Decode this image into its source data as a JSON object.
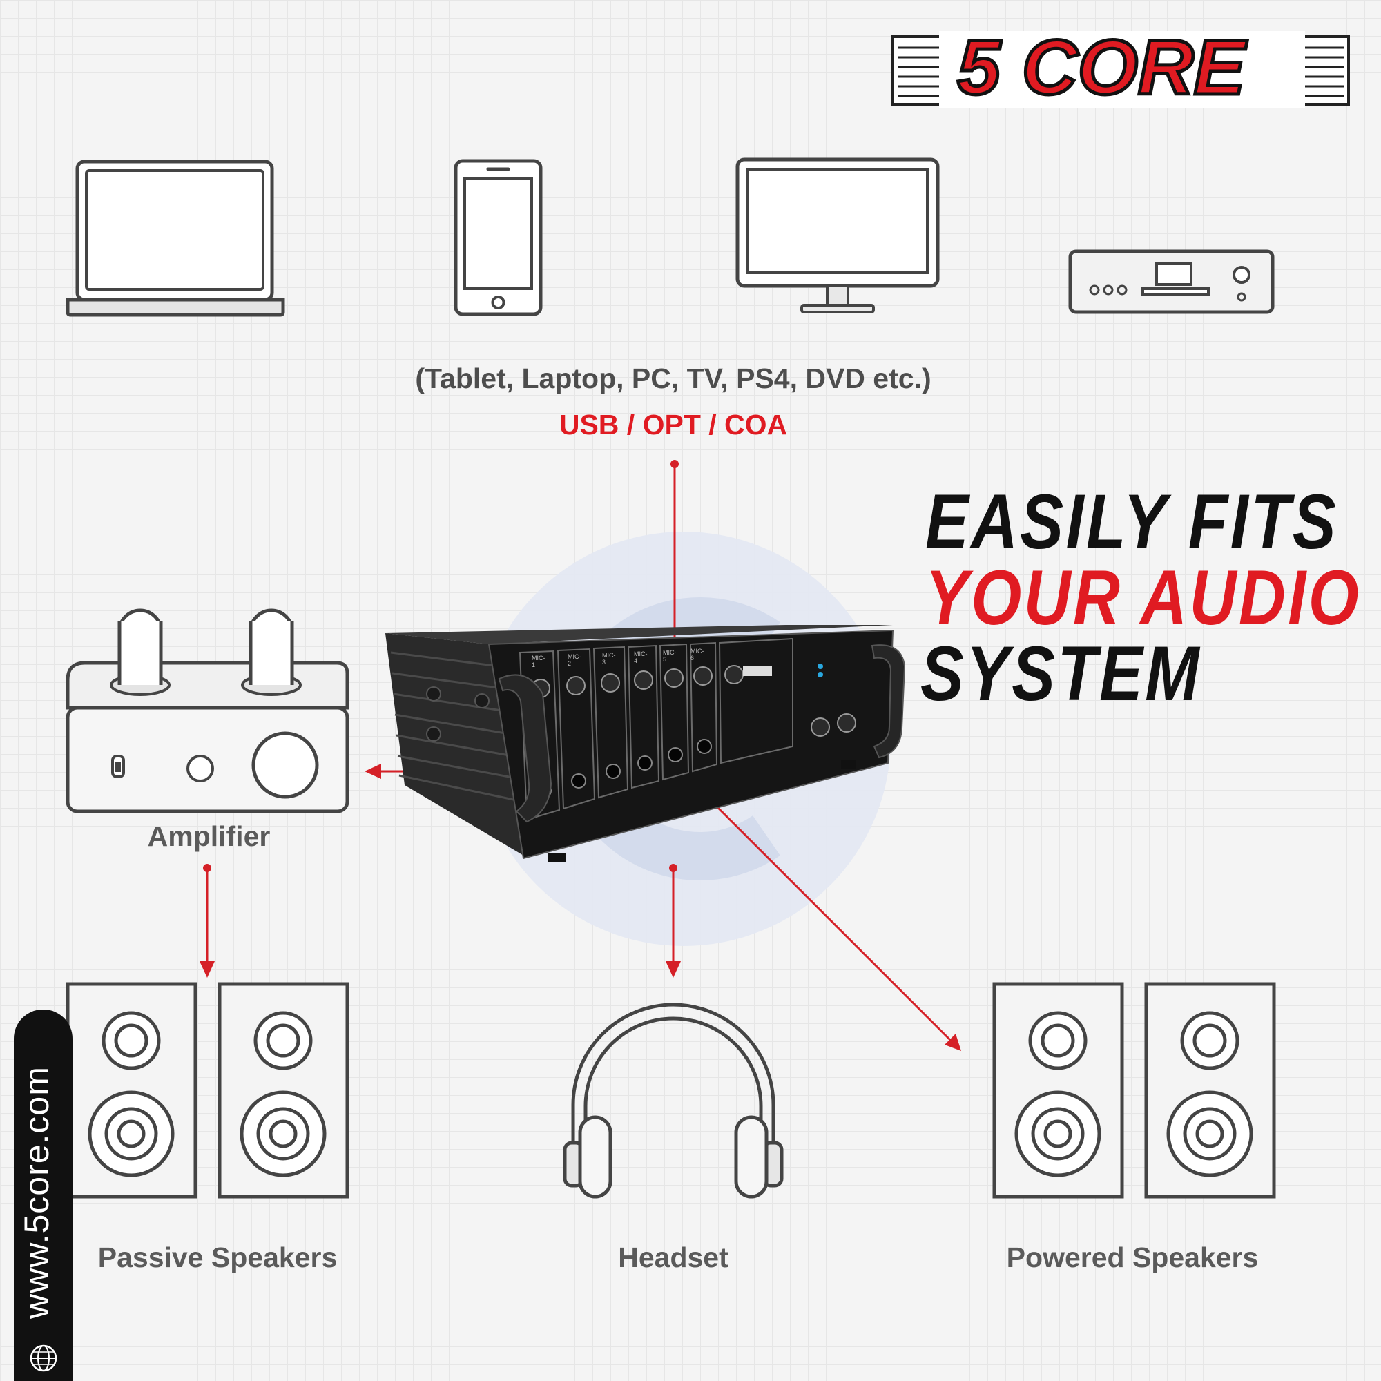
{
  "brand": {
    "logo_text": "5 CORE",
    "website": "www.5core.com",
    "accent_color": "#e01b22"
  },
  "sources": {
    "caption": "(Tablet, Laptop, PC, TV, PS4, DVD etc.)",
    "connection": "USB / OPT / COA",
    "icons": [
      "laptop-icon",
      "phone-icon",
      "monitor-icon",
      "dvd-player-icon"
    ]
  },
  "headline": {
    "line1": "EASILY FITS",
    "line2": "YOUR AUDIO",
    "line3": "SYSTEM"
  },
  "outputs": {
    "amplifier": "Amplifier",
    "passive_speakers": "Passive Speakers",
    "headset": "Headset",
    "powered_speakers": "Powered Speakers"
  },
  "device": {
    "channel_labels": [
      "MIC-1",
      "MIC-2",
      "MIC-3",
      "MIC-4",
      "MIC-5",
      "MIC-6"
    ]
  }
}
